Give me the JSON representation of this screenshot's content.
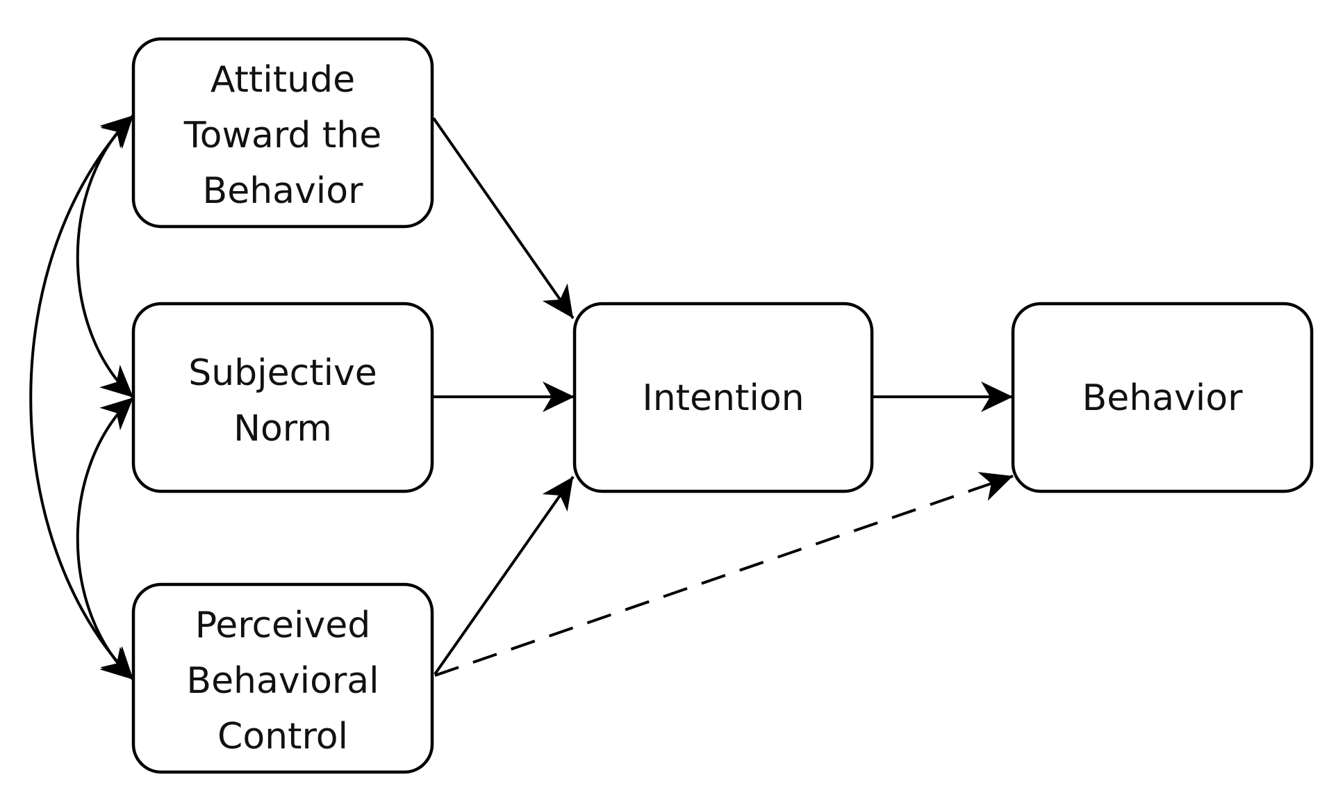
{
  "nodes": {
    "attitude": {
      "lines": [
        "Attitude",
        "Toward the",
        "Behavior"
      ]
    },
    "norm": {
      "lines": [
        "Subjective",
        "Norm"
      ]
    },
    "control": {
      "lines": [
        "Perceived",
        "Behavioral",
        "Control"
      ]
    },
    "intention": {
      "lines": [
        "Intention"
      ]
    },
    "behavior": {
      "lines": [
        "Behavior"
      ]
    }
  },
  "edges": [
    {
      "from": "attitude",
      "to": "intention",
      "style": "solid"
    },
    {
      "from": "norm",
      "to": "intention",
      "style": "solid"
    },
    {
      "from": "control",
      "to": "intention",
      "style": "solid"
    },
    {
      "from": "intention",
      "to": "behavior",
      "style": "solid"
    },
    {
      "from": "control",
      "to": "behavior",
      "style": "dashed"
    },
    {
      "from": "attitude",
      "to": "norm",
      "style": "solid",
      "bidirectional": true
    },
    {
      "from": "norm",
      "to": "control",
      "style": "solid",
      "bidirectional": true
    },
    {
      "from": "attitude",
      "to": "control",
      "style": "solid",
      "bidirectional": true
    }
  ]
}
